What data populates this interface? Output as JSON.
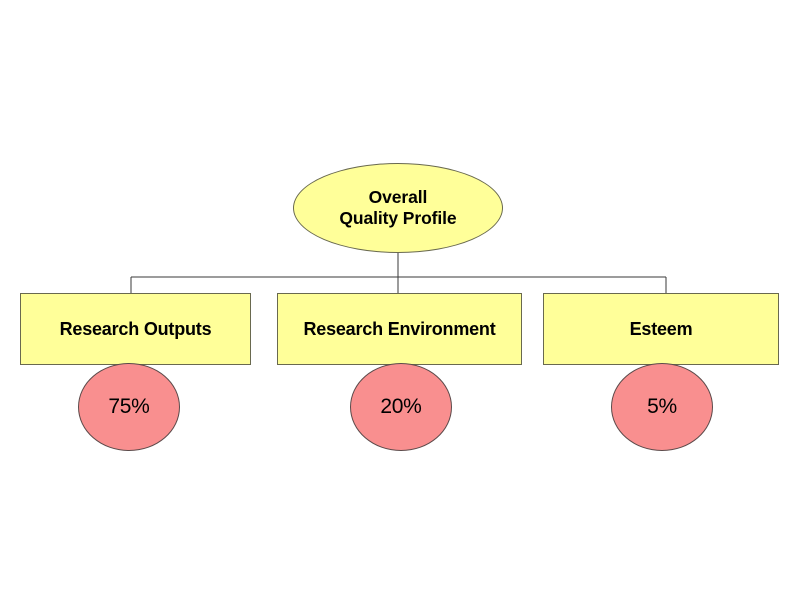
{
  "diagram": {
    "title": "Overall Quality Profile",
    "type": "org-chart",
    "background_color": "#ffffff",
    "node_fill_color": "#ffff99",
    "node_border_color": "#69694f",
    "percent_fill_color": "#f98f8f",
    "percent_border_color": "#5c4a4a",
    "connector_color": "#3a3a3a"
  },
  "root": {
    "label": "Overall\nQuality Profile",
    "line1": "Overall",
    "line2": "Quality Profile"
  },
  "categories": [
    {
      "label": "Research Outputs",
      "percent": "75%",
      "weight": 75
    },
    {
      "label": "Research Environment",
      "percent": "20%",
      "weight": 20
    },
    {
      "label": "Esteem",
      "percent": "5%",
      "weight": 5
    }
  ]
}
